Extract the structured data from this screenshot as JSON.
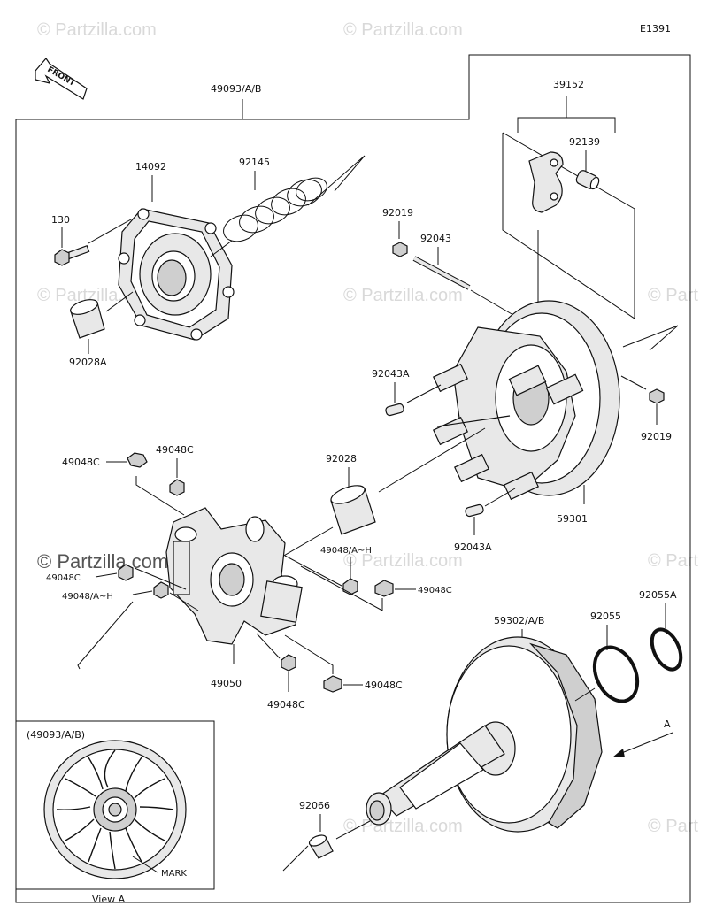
{
  "diagram": {
    "code": "E1391",
    "front_label": "FRONT",
    "watermark": "© Partzilla.com",
    "watermark_short": "© Part",
    "view_label": "View A",
    "view_arrow_label": "A",
    "inset_title": "(49093/A/B)",
    "inset_mark": "MARK",
    "parts": {
      "p49093": "49093/A/B",
      "p39152": "39152",
      "p92139": "92139",
      "p14092": "14092",
      "p92145": "92145",
      "p130": "130",
      "p92019a": "92019",
      "p92043": "92043",
      "p92028a": "92028A",
      "p92043a1": "92043A",
      "p92019b": "92019",
      "p92028": "92028",
      "p59301": "59301",
      "p92043a2": "92043A",
      "p49048c1": "49048C",
      "p49048c2": "49048C",
      "p49048c3": "49048C",
      "p49048ah1": "49048/A~H",
      "p49048ah2": "49048/A~H",
      "p49048c4": "49048C",
      "p49050": "49050",
      "p49048c5": "49048C",
      "p49048c6": "49048C",
      "p59302": "59302/A/B",
      "p92055": "92055",
      "p92055a": "92055A",
      "p92066": "92066"
    }
  }
}
